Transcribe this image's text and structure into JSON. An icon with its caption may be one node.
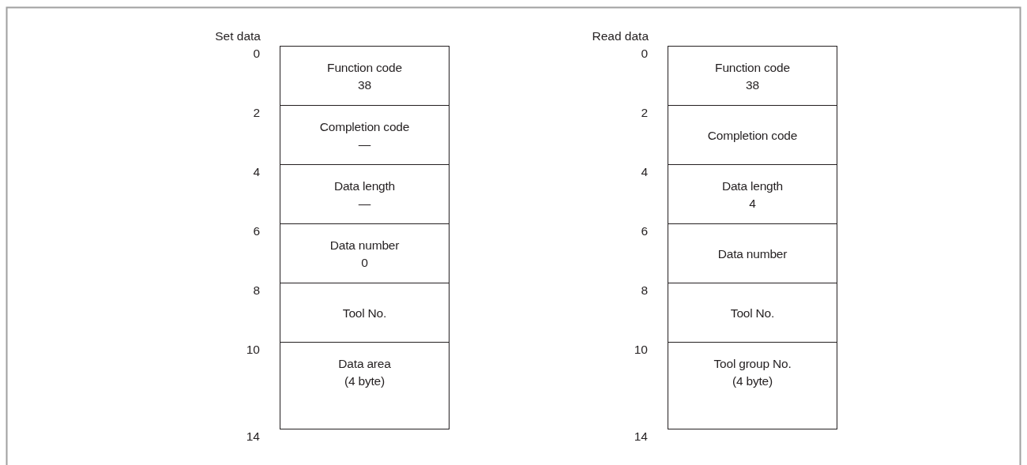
{
  "diagram": {
    "nodes": [
      {
        "text": [
          "Function code",
          "38"
        ]
      },
      {
        "text": [
          "Completion code",
          "—"
        ]
      },
      {
        "text": [
          "Data length",
          "—"
        ]
      },
      {
        "text": [
          "Data number",
          "0"
        ]
      },
      {
        "text": [
          "Tool No."
        ]
      },
      {
        "text": [
          "Data area",
          "(4 byte)"
        ]
      },
      {
        "text": [
          "Function code",
          "38"
        ]
      },
      {
        "text": [
          "Completion code"
        ]
      },
      {
        "text": [
          "Data length",
          "4"
        ]
      },
      {
        "text": [
          "Data number"
        ]
      },
      {
        "text": [
          "Tool No."
        ]
      },
      {
        "text": [
          "Tool group No.",
          "(4 byte)"
        ]
      }
    ],
    "edges": [],
    "labels": [
      "Set data",
      "0",
      "2",
      "4",
      "6",
      "8",
      "10",
      "14",
      "Read data",
      "0",
      "2",
      "4",
      "6",
      "8",
      "10",
      "14"
    ]
  }
}
